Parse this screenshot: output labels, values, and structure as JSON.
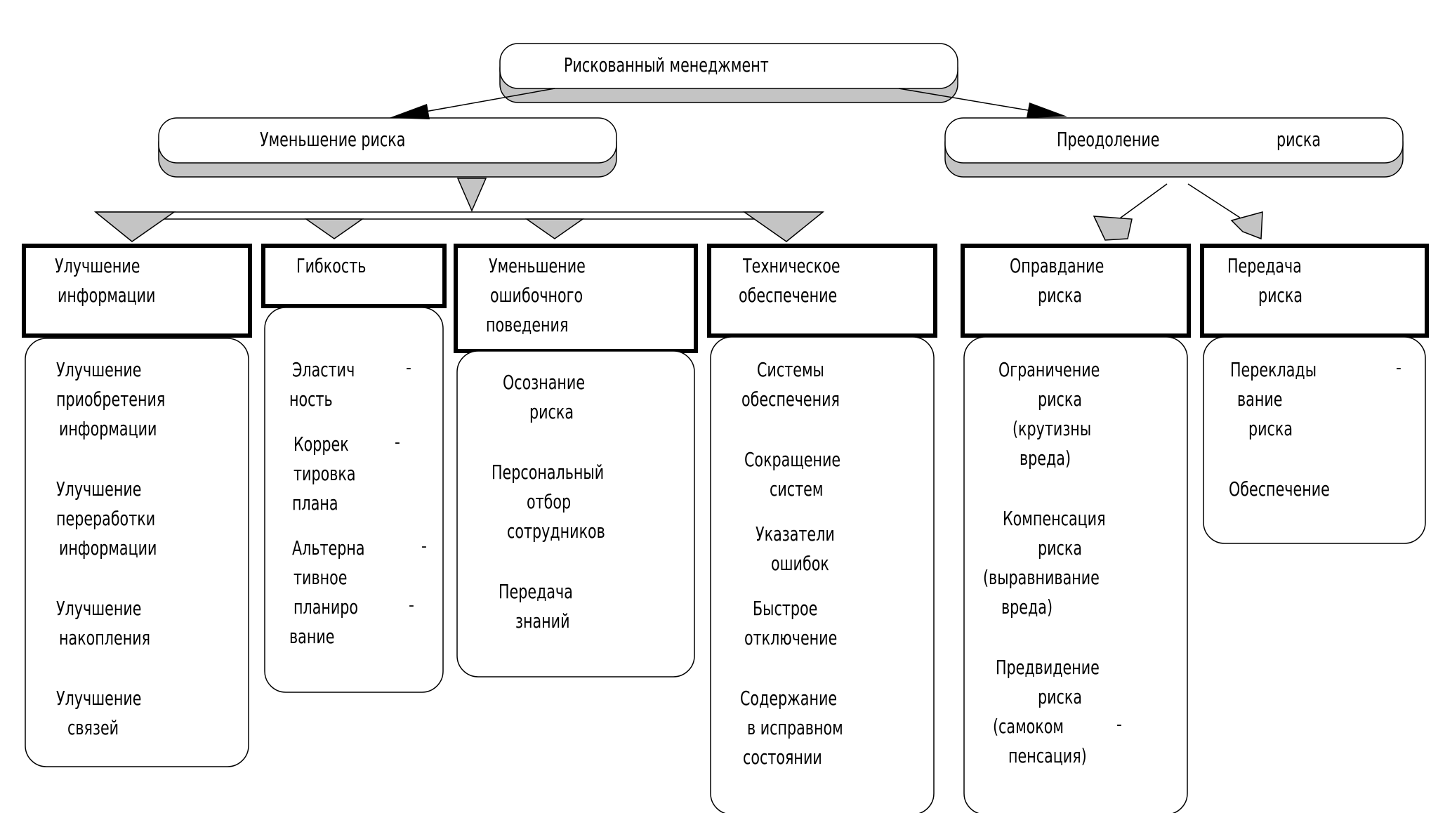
{
  "root": {
    "label": "Рискованный менеджмент"
  },
  "branches": {
    "left": {
      "label": "Уменьшение риска"
    },
    "right": {
      "label_a": "Преодоление",
      "label_b": "риска"
    }
  },
  "headers": {
    "info": [
      "Улучшение",
      "информации"
    ],
    "flex": [
      "Гибкость"
    ],
    "err": [
      "Уменьшение",
      "ошибочного",
      "поведения"
    ],
    "tech": [
      "Техническое",
      "обеспечение"
    ],
    "just": [
      "Оправдание",
      "риска"
    ],
    "trans": [
      "Передача",
      "риска"
    ]
  },
  "lists": {
    "info": [
      "Улучшение",
      "приобретения",
      "информации",
      "Улучшение",
      "переработки",
      "информации",
      "Улучшение",
      "накопления",
      "Улучшение",
      "связей"
    ],
    "flex": [
      "Эластич",
      "ность",
      "Коррек",
      "тировка",
      "плана",
      "Альтерна",
      "тивное",
      "планиро",
      "вание"
    ],
    "err": [
      "Осознание",
      "риска",
      "Персональный",
      "отбор",
      "сотрудников",
      "Передача",
      "знаний"
    ],
    "tech": [
      "Системы",
      "обеспечения",
      "Сокращение",
      "систем",
      "Указатели",
      "ошибок",
      "Быстрое",
      "отключение",
      "Содержание",
      "в исправном",
      "состоянии"
    ],
    "just": [
      "Ограничение",
      "риска",
      "(крутизны",
      "вреда)",
      "Компенсация",
      "риска",
      "(выравнивание",
      "вреда)",
      "Предвидение",
      "риска",
      "(самоком",
      "пенсация)"
    ],
    "trans": [
      "Переклады",
      "вание",
      "риска",
      "Обеспечение"
    ]
  },
  "hyphen": "-"
}
